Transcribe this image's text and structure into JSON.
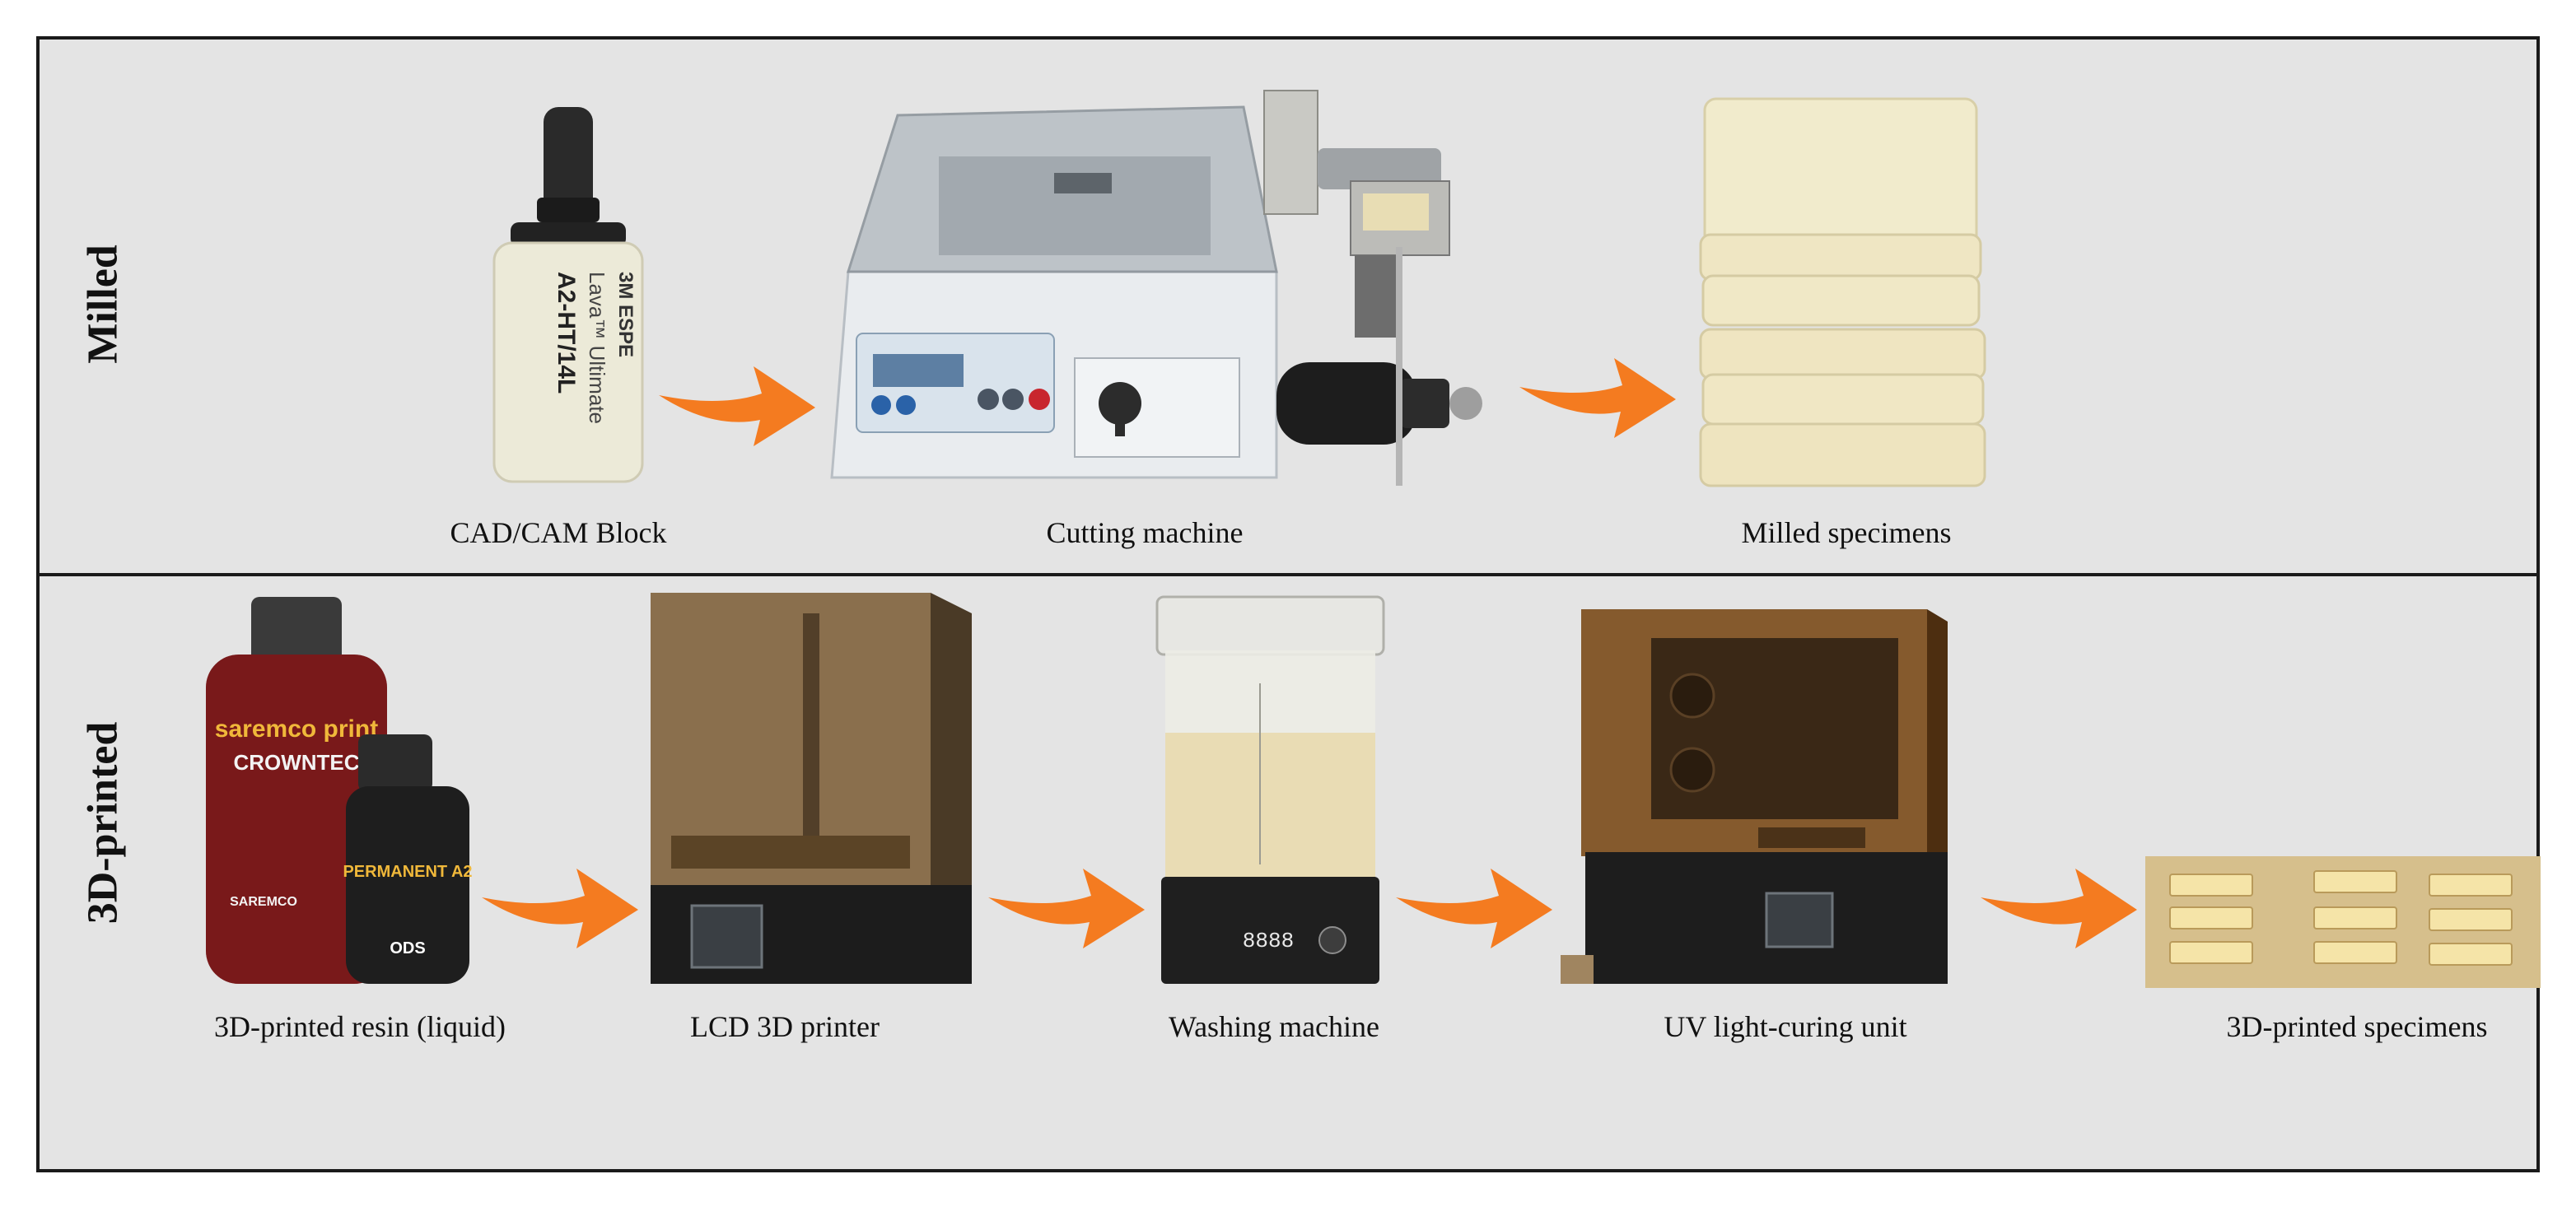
{
  "rows": [
    {
      "title": "Milled"
    },
    {
      "title": "3D-printed"
    }
  ],
  "milled_steps": [
    {
      "caption": "CAD/CAM Block"
    },
    {
      "caption": "Cutting machine"
    },
    {
      "caption": "Milled specimens"
    }
  ],
  "printed_steps": [
    {
      "caption": "3D-printed resin (liquid)"
    },
    {
      "caption": "LCD 3D printer"
    },
    {
      "caption": "Washing machine"
    },
    {
      "caption": "UV light-curing unit"
    },
    {
      "caption": "3D-printed specimens"
    }
  ],
  "labels": {
    "block_brand": "3M ESPE",
    "block_product": "Lava™ Ultimate",
    "block_shade": "A2-HT/14L",
    "resin_big_brand": "saremco print",
    "resin_big_product": "CROWNTEC",
    "resin_big_maker": "SAREMCO",
    "resin_small_product": "PERMANENT A2",
    "resin_small_maker": "ODS",
    "washer_display": "8888"
  },
  "colors": {
    "arrow": "#f47b20",
    "background": "#e4e4e4",
    "border": "#1a1a1a"
  },
  "icons": [
    "curved-arrow-icon"
  ]
}
